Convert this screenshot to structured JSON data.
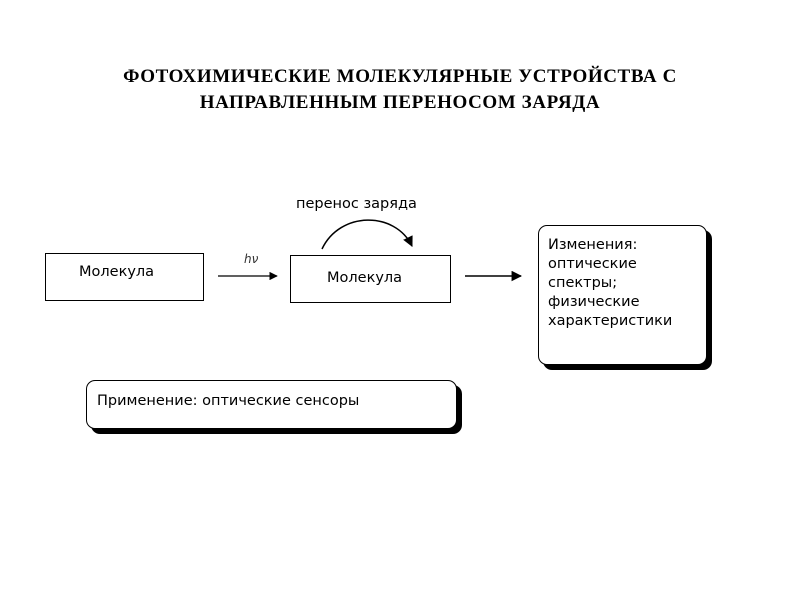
{
  "title": {
    "line1": "ФОТОХИМИЧЕСКИЕ МОЛЕКУЛЯРНЫЕ УСТРОЙСТВА С",
    "line2": "НАПРАВЛЕННЫМ ПЕРЕНОСОМ ЗАРЯДА"
  },
  "diagram": {
    "molecule_initial": "Молекула",
    "excitation_label": "hν",
    "molecule_excited": "Молекула",
    "charge_transfer_label": "перенос заряда",
    "changes": {
      "lines": [
        "Изменения:",
        "оптические",
        "спектры;",
        "физические",
        "характеристики"
      ]
    },
    "application": "Применение: оптические сенсоры"
  }
}
